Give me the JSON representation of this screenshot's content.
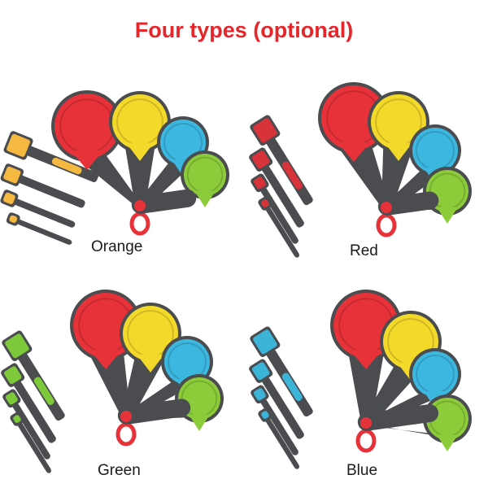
{
  "title": "Four types (optional)",
  "colors": {
    "title": "#e5262a",
    "handle_gray": "#4a4c4f",
    "cup_red": "#e8323a",
    "cup_yellow": "#f2d92a",
    "cup_blue": "#3cb8e0",
    "cup_green": "#8ccc3a",
    "accent_orange": "#f5b841",
    "accent_red": "#d8323a",
    "accent_green": "#7dc93a",
    "accent_blue": "#3cb4d8"
  },
  "variants": [
    {
      "label": "Orange",
      "accent": "#f5b841"
    },
    {
      "label": "Red",
      "accent": "#d8323a"
    },
    {
      "label": "Green",
      "accent": "#7dc93a"
    },
    {
      "label": "Blue",
      "accent": "#3cb4d8"
    }
  ]
}
